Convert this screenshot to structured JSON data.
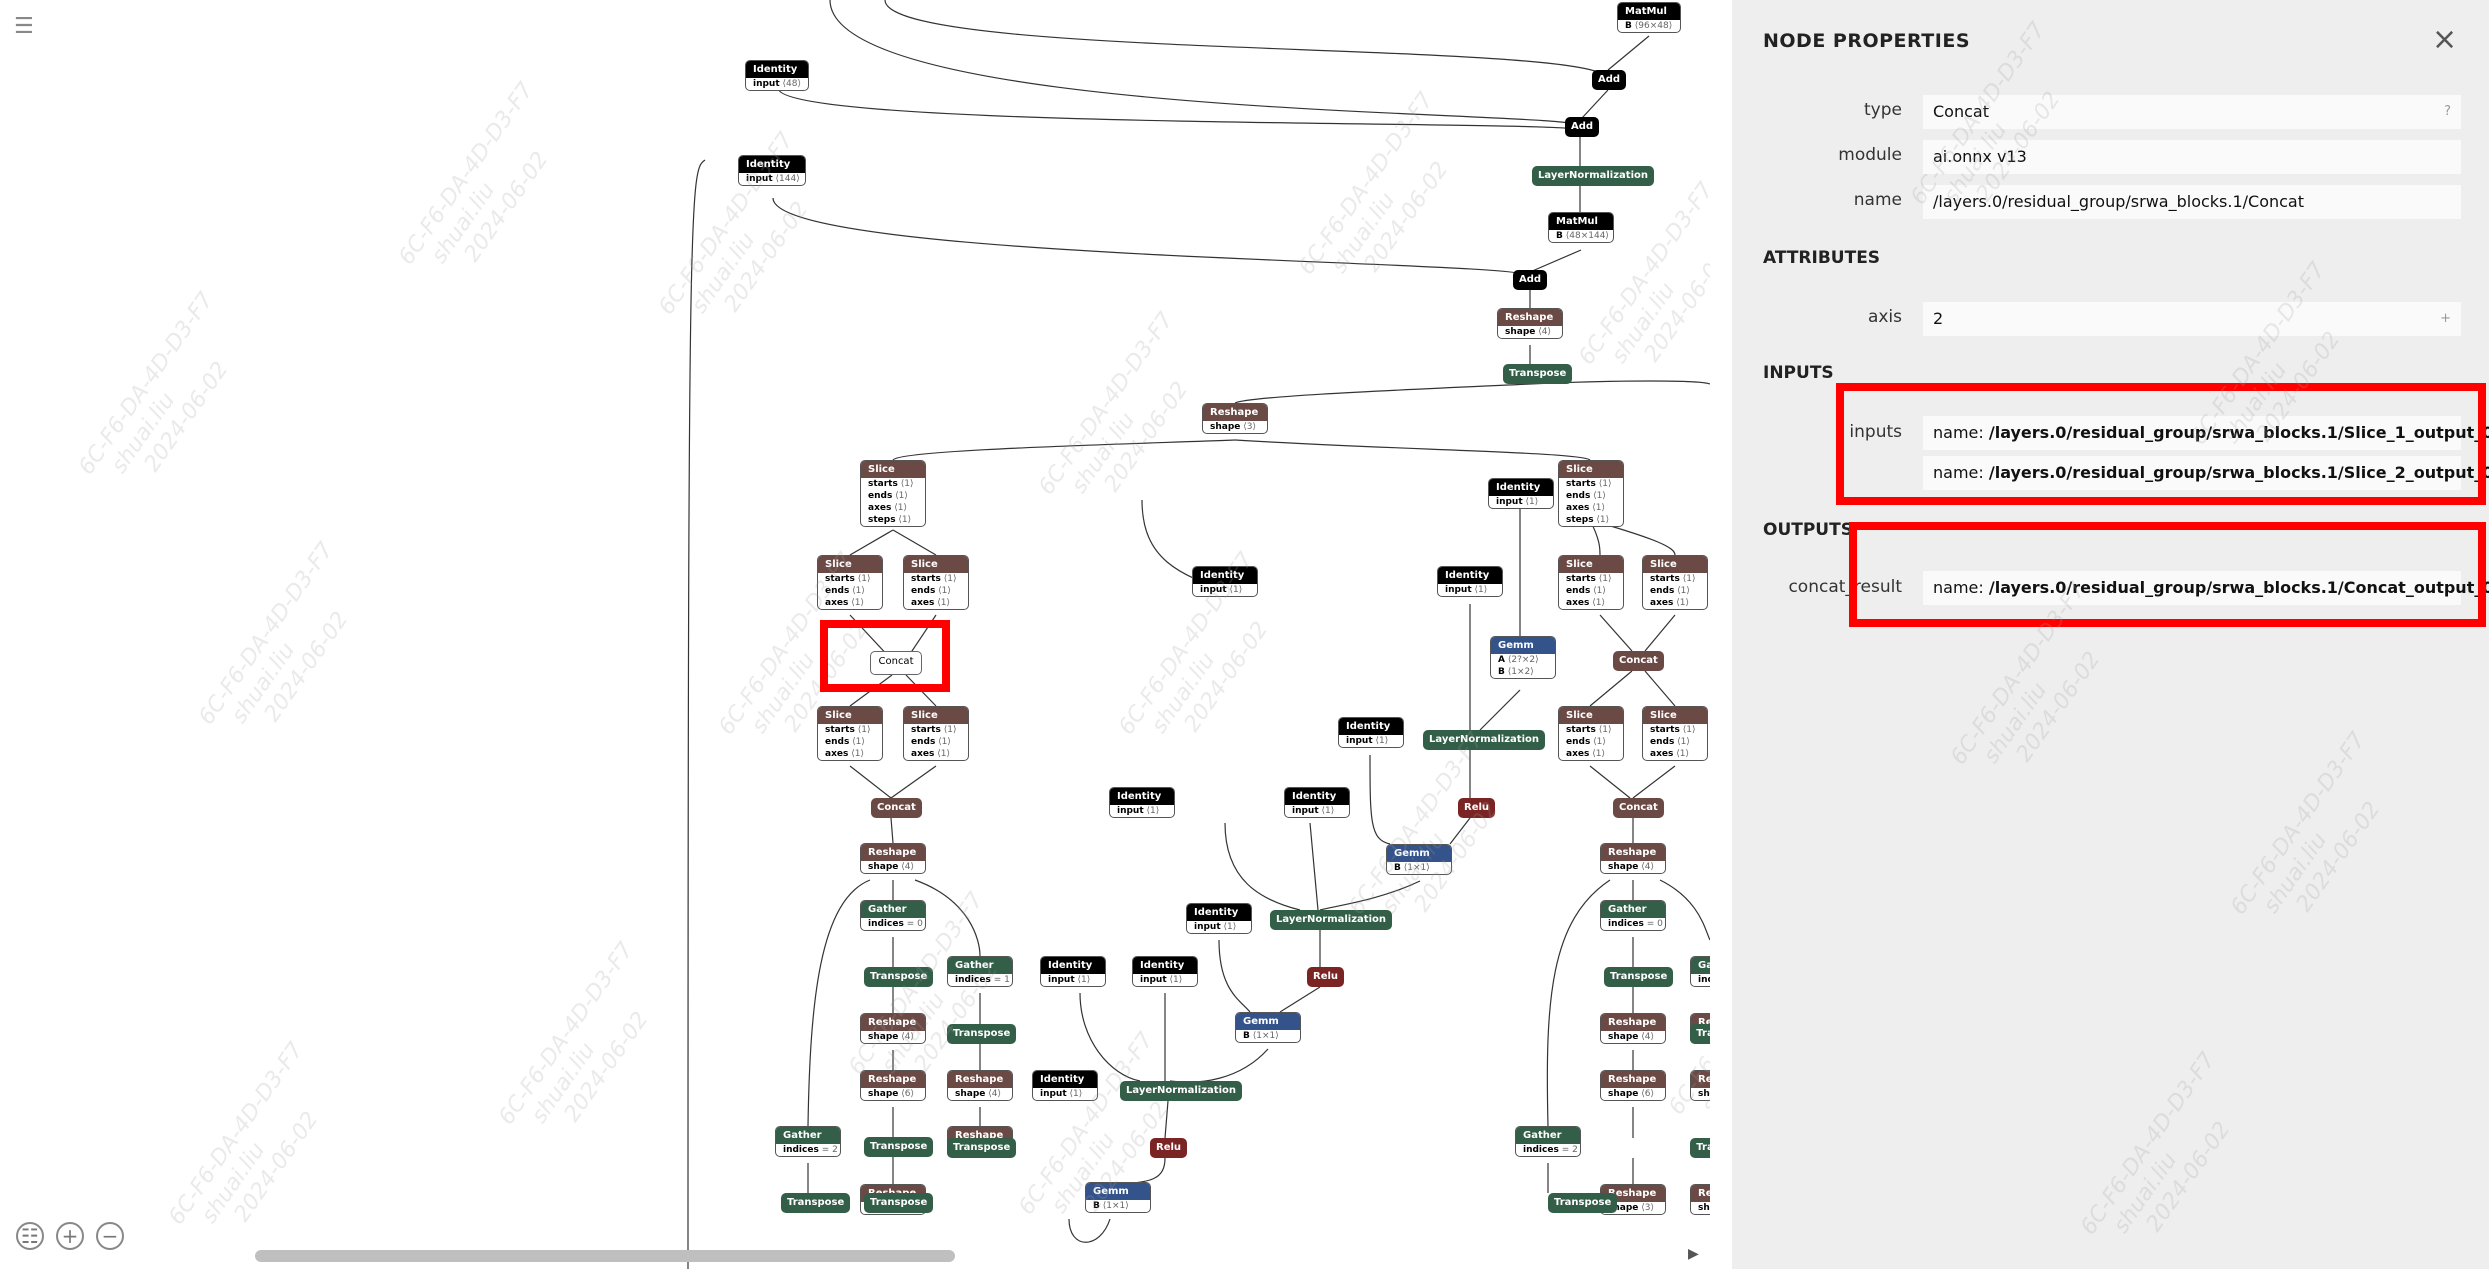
{
  "panel": {
    "title": "NODE PROPERTIES",
    "close_icon": "×",
    "props": {
      "type_label": "type",
      "type_value": "Concat",
      "type_hint": "?",
      "module_label": "module",
      "module_value": "ai.onnx v13",
      "name_label": "name",
      "name_value": "/layers.0/residual_group/srwa_blocks.1/Concat"
    },
    "attributes_title": "ATTRIBUTES",
    "axis_label": "axis",
    "axis_value": "2",
    "axis_plus": "+",
    "inputs_title": "INPUTS",
    "inputs_label": "inputs",
    "input_prefix_1": "name:",
    "input_1": "/layers.0/residual_group/srwa_blocks.1/Slice_1_output_0",
    "input_prefix_2": "name:",
    "input_2": "/layers.0/residual_group/srwa_blocks.1/Slice_2_output_0",
    "outputs_title": "OUTPUTS",
    "outputs_label": "concat_result",
    "output_prefix": "name:",
    "output_1": "/layers.0/residual_group/srwa_blocks.1/Concat_output_0"
  },
  "graph": {
    "menu_icon": "☰",
    "zoom_fit_icon": "☷",
    "zoom_in_icon": "+",
    "zoom_out_icon": "−",
    "scroll_up": "▲",
    "scroll_down": "▼",
    "scroll_right": "▶",
    "watermark_lines": [
      "6C-F6-DA-4D-D3-F7",
      "shuai.liu",
      "2024-06-02"
    ],
    "selected_concat": "Concat",
    "nodes": [
      {
        "t": "MatMul",
        "c": "id",
        "rows": [
          [
            "B",
            "⟨96×48⟩"
          ]
        ]
      },
      {
        "t": "Identity",
        "c": "id",
        "rows": [
          [
            "input",
            "⟨48⟩"
          ]
        ]
      },
      {
        "t": "Identity",
        "c": "id",
        "rows": [
          [
            "input",
            "⟨144⟩"
          ]
        ]
      },
      {
        "t": "MatMul",
        "c": "id",
        "rows": [
          [
            "B",
            "⟨48×144⟩"
          ]
        ]
      },
      {
        "t": "Reshape",
        "c": "sh",
        "rows": [
          [
            "shape",
            "⟨4⟩"
          ]
        ]
      },
      {
        "t": "Reshape",
        "c": "sh",
        "rows": [
          [
            "shape",
            "⟨3⟩"
          ]
        ]
      },
      {
        "t": "Slice",
        "c": "sh",
        "rows": [
          [
            "starts",
            "⟨1⟩"
          ],
          [
            "ends",
            "⟨1⟩"
          ],
          [
            "axes",
            "⟨1⟩"
          ],
          [
            "steps",
            "⟨1⟩"
          ]
        ]
      },
      {
        "t": "Slice",
        "c": "sh",
        "rows": [
          [
            "starts",
            "⟨1⟩"
          ],
          [
            "ends",
            "⟨1⟩"
          ],
          [
            "axes",
            "⟨1⟩"
          ],
          [
            "steps",
            "⟨1⟩"
          ]
        ]
      },
      {
        "t": "Identity",
        "c": "id",
        "rows": [
          [
            "input",
            "⟨1⟩"
          ]
        ]
      },
      {
        "t": "Slice",
        "c": "sh",
        "rows": [
          [
            "starts",
            "⟨1⟩"
          ],
          [
            "ends",
            "⟨1⟩"
          ],
          [
            "axes",
            "⟨1⟩"
          ]
        ]
      },
      {
        "t": "Slice",
        "c": "sh",
        "rows": [
          [
            "starts",
            "⟨1⟩"
          ],
          [
            "ends",
            "⟨1⟩"
          ],
          [
            "axes",
            "⟨1⟩"
          ]
        ]
      },
      {
        "t": "Identity",
        "c": "id",
        "rows": [
          [
            "input",
            "⟨1⟩"
          ]
        ]
      },
      {
        "t": "Identity",
        "c": "id",
        "rows": [
          [
            "input",
            "⟨1⟩"
          ]
        ]
      },
      {
        "t": "Slice",
        "c": "sh",
        "rows": [
          [
            "starts",
            "⟨1⟩"
          ],
          [
            "ends",
            "⟨1⟩"
          ],
          [
            "axes",
            "⟨1⟩"
          ]
        ]
      },
      {
        "t": "Slice",
        "c": "sh",
        "rows": [
          [
            "starts",
            "⟨1⟩"
          ],
          [
            "ends",
            "⟨1⟩"
          ],
          [
            "axes",
            "⟨1⟩"
          ]
        ]
      },
      {
        "t": "Gemm",
        "c": "gm",
        "rows": [
          [
            "A",
            "⟨2?×2⟩"
          ],
          [
            "B",
            "⟨1×2⟩"
          ]
        ]
      },
      {
        "t": "Slice",
        "c": "sh",
        "rows": [
          [
            "starts",
            "⟨1⟩"
          ],
          [
            "ends",
            "⟨1⟩"
          ],
          [
            "axes",
            "⟨1⟩"
          ]
        ]
      },
      {
        "t": "Slice",
        "c": "sh",
        "rows": [
          [
            "starts",
            "⟨1⟩"
          ],
          [
            "ends",
            "⟨1⟩"
          ],
          [
            "axes",
            "⟨1⟩"
          ]
        ]
      },
      {
        "t": "Identity",
        "c": "id",
        "rows": [
          [
            "input",
            "⟨1⟩"
          ]
        ]
      },
      {
        "t": "Slice",
        "c": "sh",
        "rows": [
          [
            "starts",
            "⟨1⟩"
          ],
          [
            "ends",
            "⟨1⟩"
          ],
          [
            "axes",
            "⟨1⟩"
          ]
        ]
      },
      {
        "t": "Slice",
        "c": "sh",
        "rows": [
          [
            "starts",
            "⟨1⟩"
          ],
          [
            "ends",
            "⟨1⟩"
          ],
          [
            "axes",
            "⟨1⟩"
          ]
        ]
      },
      {
        "t": "Identity",
        "c": "id",
        "rows": [
          [
            "input",
            "⟨1⟩"
          ]
        ]
      },
      {
        "t": "Identity",
        "c": "id",
        "rows": [
          [
            "input",
            "⟨1⟩"
          ]
        ]
      },
      {
        "t": "Gemm",
        "c": "gm",
        "rows": [
          [
            "B",
            "⟨1×1⟩"
          ]
        ]
      },
      {
        "t": "Reshape",
        "c": "sh",
        "rows": [
          [
            "shape",
            "⟨4⟩"
          ]
        ]
      },
      {
        "t": "Reshape",
        "c": "sh",
        "rows": [
          [
            "shape",
            "⟨4⟩"
          ]
        ]
      },
      {
        "t": "Gather",
        "c": "ly",
        "rows": [
          [
            "indices",
            "= 0"
          ]
        ]
      },
      {
        "t": "Gather",
        "c": "ly",
        "rows": [
          [
            "indices",
            "= 0"
          ]
        ]
      },
      {
        "t": "Identity",
        "c": "id",
        "rows": [
          [
            "input",
            "⟨1⟩"
          ]
        ]
      },
      {
        "t": "Gather",
        "c": "ly",
        "rows": [
          [
            "indices",
            "= 1"
          ]
        ]
      },
      {
        "t": "Identity",
        "c": "id",
        "rows": [
          [
            "input",
            "⟨1⟩"
          ]
        ]
      },
      {
        "t": "Identity",
        "c": "id",
        "rows": [
          [
            "input",
            "⟨1⟩"
          ]
        ]
      },
      {
        "t": "Gemm",
        "c": "gm",
        "rows": [
          [
            "B",
            "⟨1×1⟩"
          ]
        ]
      },
      {
        "t": "Reshape",
        "c": "sh",
        "rows": [
          [
            "shape",
            "⟨4⟩"
          ]
        ]
      },
      {
        "t": "Reshape",
        "c": "sh",
        "rows": [
          [
            "shape",
            "⟨4⟩"
          ]
        ]
      },
      {
        "t": "Reshape",
        "c": "sh",
        "rows": [
          [
            "shape",
            "⟨6⟩"
          ]
        ]
      },
      {
        "t": "Reshape",
        "c": "sh",
        "rows": [
          [
            "shape",
            "⟨4⟩"
          ]
        ]
      },
      {
        "t": "Identity",
        "c": "id",
        "rows": [
          [
            "input",
            "⟨1⟩"
          ]
        ]
      },
      {
        "t": "Reshape",
        "c": "sh",
        "rows": [
          [
            "shape",
            "⟨6⟩"
          ]
        ]
      },
      {
        "t": "Gather",
        "c": "ly",
        "rows": [
          [
            "indices",
            "= 2"
          ]
        ]
      },
      {
        "t": "Reshape",
        "c": "sh",
        "rows": [
          [
            "shape",
            "⟨6⟩"
          ]
        ]
      },
      {
        "t": "Gather",
        "c": "ly",
        "rows": [
          [
            "indices",
            "= 2"
          ]
        ]
      },
      {
        "t": "Reshape",
        "c": "sh",
        "rows": [
          [
            "shape",
            "⟨3⟩"
          ]
        ]
      },
      {
        "t": "Gemm",
        "c": "gm",
        "rows": [
          [
            "B",
            "⟨1×1⟩"
          ]
        ]
      },
      {
        "t": "Reshape",
        "c": "sh",
        "rows": [
          [
            "shape",
            "⟨3⟩"
          ]
        ]
      },
      {
        "t": "Gather",
        "c": "ly",
        "rows": [
          [
            "indices",
            "= 1"
          ]
        ]
      },
      {
        "t": "Reshape",
        "c": "sh",
        "rows": [
          [
            "shape",
            "⟨4⟩"
          ]
        ]
      },
      {
        "t": "Reshape",
        "c": "sh",
        "rows": [
          [
            "shape",
            "⟨6⟩"
          ]
        ]
      },
      {
        "t": "Reshape",
        "c": "sh",
        "rows": [
          [
            "shape",
            "⟨3⟩"
          ]
        ]
      }
    ],
    "pills": [
      {
        "t": "Add",
        "c": "id"
      },
      {
        "t": "Add",
        "c": "id"
      },
      {
        "t": "LayerNormalization",
        "c": "ly"
      },
      {
        "t": "Add",
        "c": "id"
      },
      {
        "t": "Transpose",
        "c": "ly"
      },
      {
        "t": "LayerNormalization",
        "c": "ly"
      },
      {
        "t": "Concat",
        "c": "sh"
      },
      {
        "t": "Relu",
        "c": "rl"
      },
      {
        "t": "Concat",
        "c": "sh"
      },
      {
        "t": "Concat",
        "c": "sh"
      },
      {
        "t": "LayerNormalization",
        "c": "ly"
      },
      {
        "t": "Transpose",
        "c": "ly"
      },
      {
        "t": "Transpose",
        "c": "ly"
      },
      {
        "t": "Relu",
        "c": "rl"
      },
      {
        "t": "Transpose",
        "c": "ly"
      },
      {
        "t": "LayerNormalization",
        "c": "ly"
      },
      {
        "t": "Transpose",
        "c": "ly"
      },
      {
        "t": "Relu",
        "c": "rl"
      },
      {
        "t": "Transpose",
        "c": "ly"
      },
      {
        "t": "Transpose",
        "c": "ly"
      },
      {
        "t": "Transpose",
        "c": "ly"
      },
      {
        "t": "Transpose",
        "c": "ly"
      },
      {
        "t": "Tra",
        "c": "ly"
      },
      {
        "t": "Tra",
        "c": "ly"
      }
    ],
    "colors": {
      "identity": "#000000",
      "shape": "#6b4a45",
      "layer": "#335e48",
      "gemm": "#33538a",
      "relu": "#7b2424",
      "highlight": "#ff0000"
    }
  }
}
